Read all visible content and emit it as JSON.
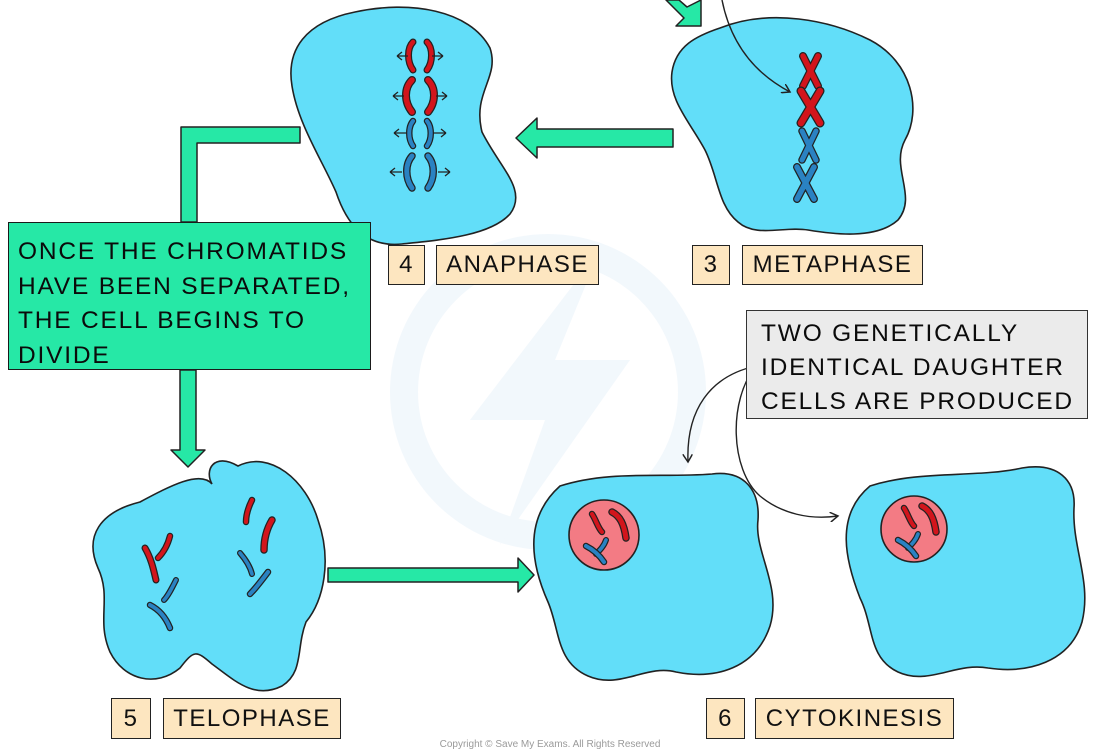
{
  "stages": [
    {
      "number": "4",
      "name": "ANAPHASE"
    },
    {
      "number": "3",
      "name": "METAPHASE"
    },
    {
      "number": "5",
      "name": "TELOPHASE"
    },
    {
      "number": "6",
      "name": "CYTOKINESIS"
    }
  ],
  "notes": {
    "chromatids_separated": "ONCE THE CHROMATIDS\nHAVE BEEN SEPARATED,\nTHE CELL BEGINS TO\nDIVIDE",
    "daughter_cells": "TWO GENETICALLY\nIDENTICAL DAUGHTER\nCELLS ARE PRODUCED"
  },
  "copyright": "Copyright © Save My Exams. All Rights Reserved",
  "colors": {
    "cytoplasm": "#62def9",
    "nucleus": "#f37b84",
    "chromosome_red": "#d2151c",
    "chromosome_blue": "#2a82c2",
    "arrow_green": "#26e8a6",
    "label_bg": "#fde6c0",
    "note_green_bg": "#26e8a6",
    "note_grey_bg": "#ebebeb"
  }
}
